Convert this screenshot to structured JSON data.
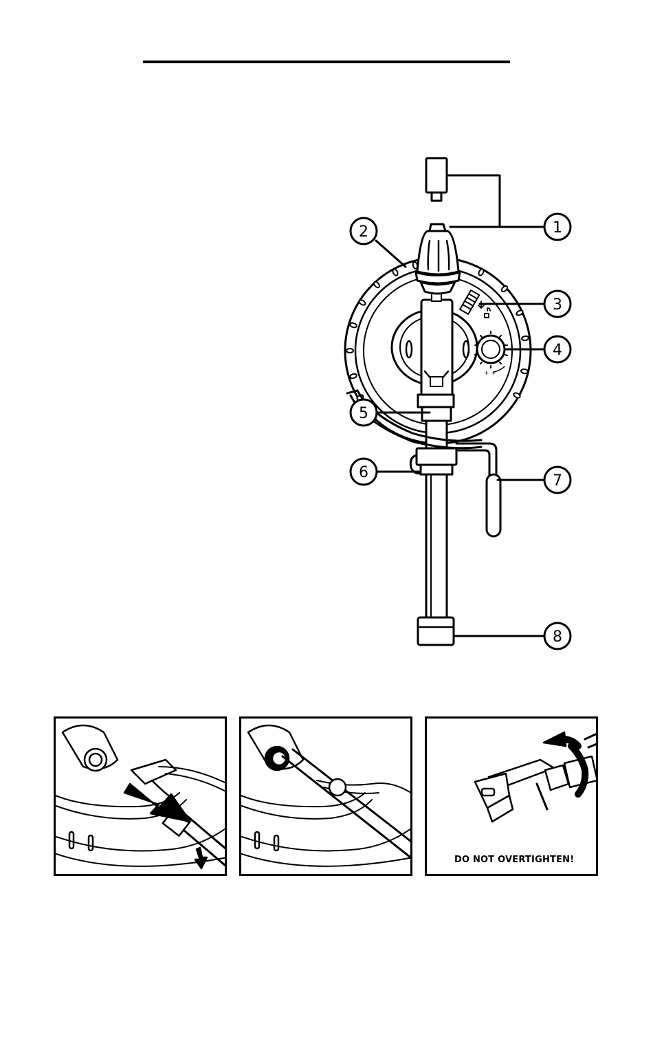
{
  "callouts": [
    "1",
    "2",
    "3",
    "4",
    "5",
    "6",
    "7",
    "8"
  ],
  "panels": {
    "third_warning": "DO NOT OVERTIGHTEN!"
  }
}
